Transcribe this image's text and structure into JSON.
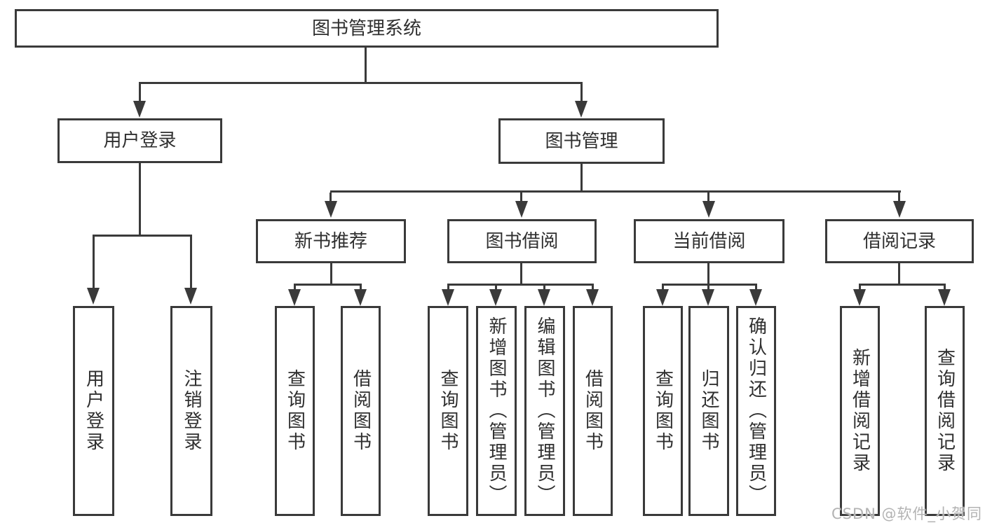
{
  "diagram": {
    "title_node": "图书管理系统",
    "level2": {
      "user_login": "用户登录",
      "book_mgmt": "图书管理"
    },
    "level3": {
      "new_book_rec": "新书推荐",
      "book_borrow": "图书借阅",
      "current_borrow": "当前借阅",
      "borrow_records": "借阅记录"
    },
    "leaves": {
      "user_login": [
        "用户登录",
        "注销登录"
      ],
      "new_book_rec": [
        "查询图书",
        "借阅图书"
      ],
      "book_borrow": [
        "查询图书",
        "新增图书（管理员）",
        "编辑图书（管理员）",
        "借阅图书"
      ],
      "current_borrow": [
        "查询图书",
        "归还图书",
        "确认归还（管理员）"
      ],
      "borrow_records": [
        "新增借阅记录",
        "查询借阅记录"
      ]
    },
    "watermark": "CSDN @软件_小贺同学",
    "colors": {
      "line": "#3a3a3a",
      "text": "#2f2f2f",
      "background": "#ffffff",
      "watermark": "#b3b3b3"
    }
  }
}
